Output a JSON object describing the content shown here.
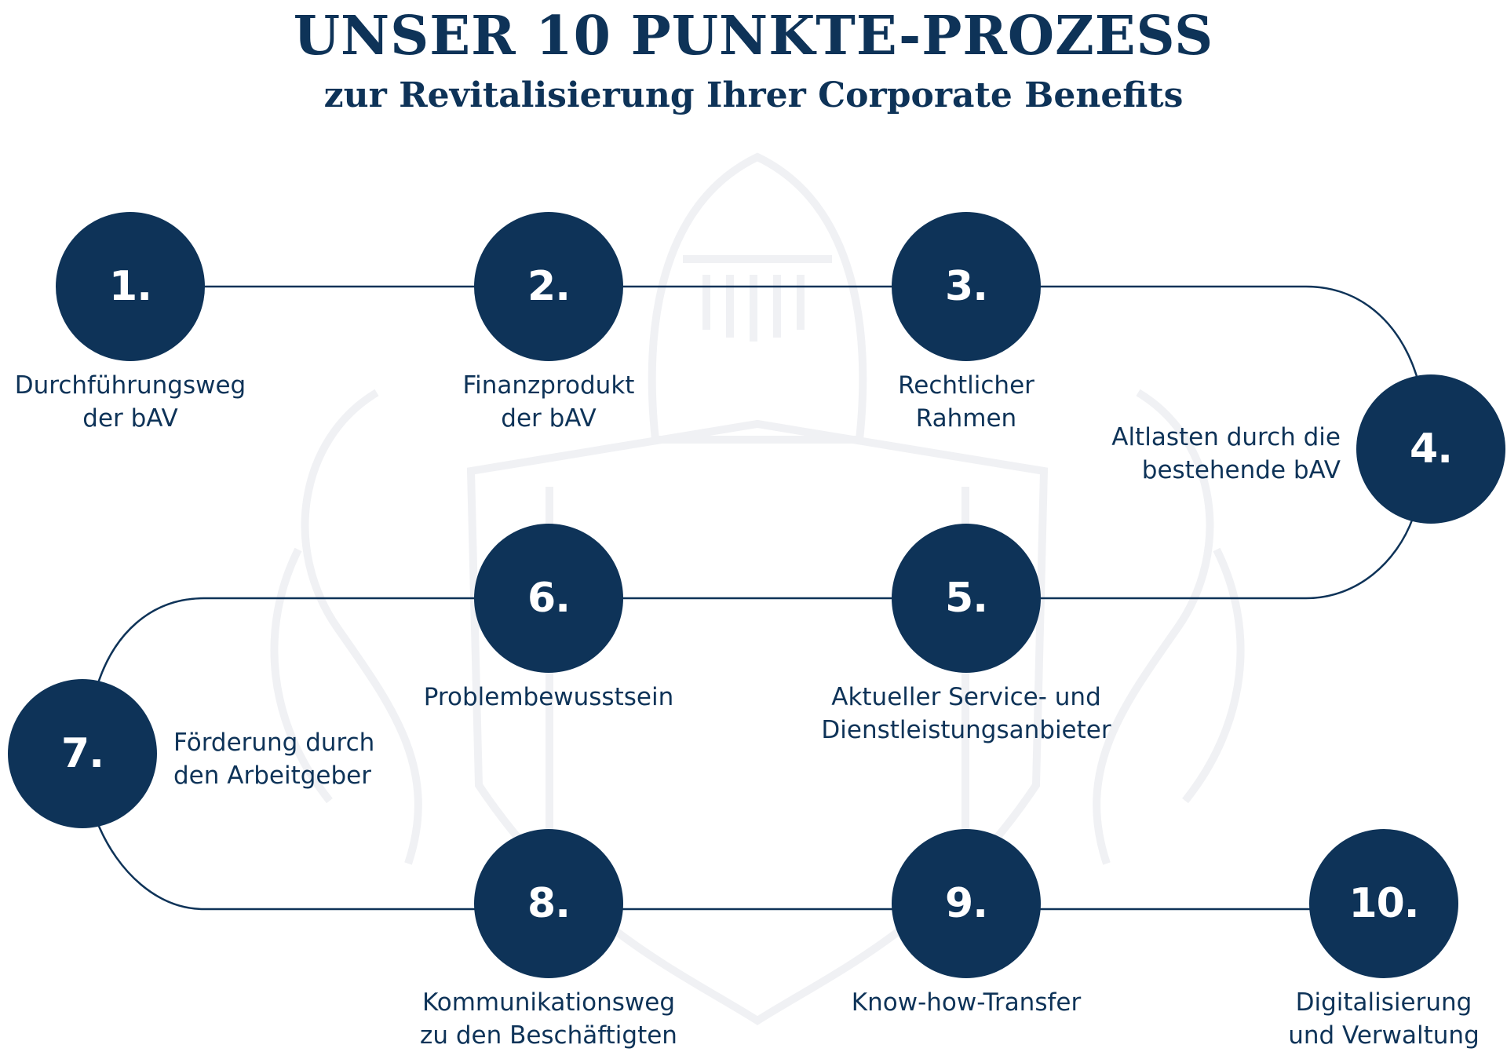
{
  "header": {
    "title": "UNSER 10 PUNKTE-PROZESS",
    "subtitle": "zur Revitalisierung Ihrer Corporate Benefits"
  },
  "colors": {
    "primary": "#0e3358",
    "watermark": "#f1f2f5",
    "background": "#ffffff"
  },
  "steps": [
    {
      "number": "1.",
      "label_lines": [
        "Durchführungsweg",
        "der bAV"
      ]
    },
    {
      "number": "2.",
      "label_lines": [
        "Finanzprodukt",
        "der bAV"
      ]
    },
    {
      "number": "3.",
      "label_lines": [
        "Rechtlicher",
        "Rahmen"
      ]
    },
    {
      "number": "4.",
      "label_lines": [
        "Altlasten durch die",
        "bestehende bAV"
      ]
    },
    {
      "number": "5.",
      "label_lines": [
        "Aktueller Service- und",
        "Dienstleistungsanbieter"
      ]
    },
    {
      "number": "6.",
      "label_lines": [
        "Problembewusstsein"
      ]
    },
    {
      "number": "7.",
      "label_lines": [
        "Förderung durch",
        "den Arbeitgeber"
      ]
    },
    {
      "number": "8.",
      "label_lines": [
        "Kommunikationsweg",
        "zu den Beschäftigten"
      ]
    },
    {
      "number": "9.",
      "label_lines": [
        "Know-how-Transfer"
      ]
    },
    {
      "number": "10.",
      "label_lines": [
        "Digitalisierung",
        "und Verwaltung"
      ]
    }
  ]
}
